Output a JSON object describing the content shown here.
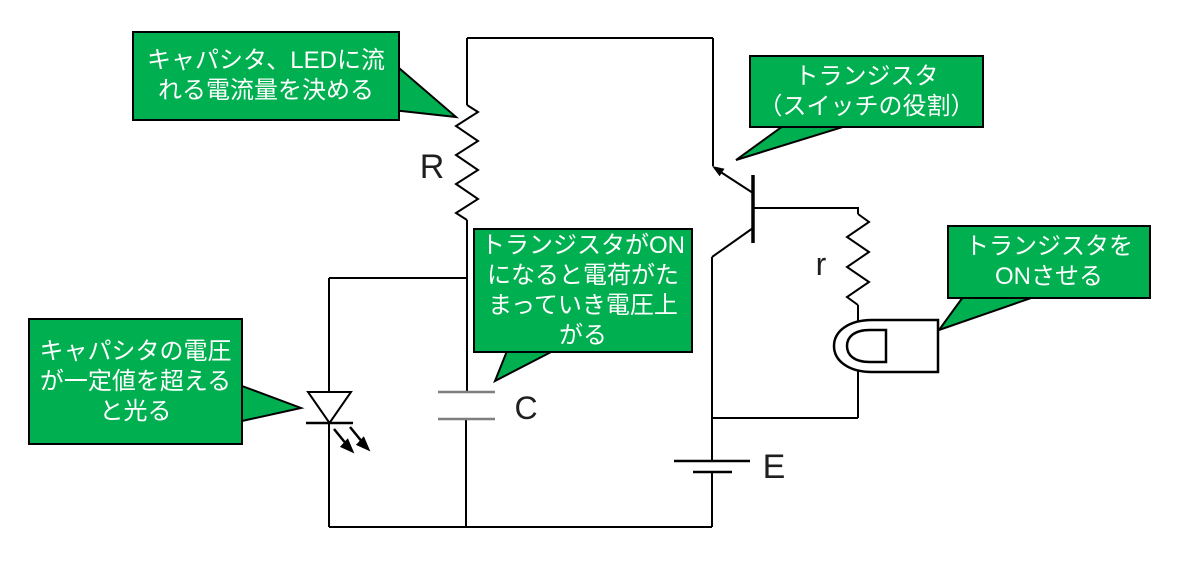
{
  "diagram": {
    "type": "annotated-circuit",
    "callouts": [
      {
        "name": "resistor-role",
        "lines": [
          "キャパシタ、LEDに流",
          "れる電流量を決める"
        ]
      },
      {
        "name": "transistor-role",
        "lines": [
          "トランジスタ",
          "（スイッチの役割）"
        ]
      },
      {
        "name": "capacitor-role",
        "lines": [
          "トランジスタがON",
          "になると電荷がた",
          "まっていき電圧上",
          "がる"
        ]
      },
      {
        "name": "finger-role",
        "lines": [
          "トランジスタを",
          "ONさせる"
        ]
      },
      {
        "name": "led-role",
        "lines": [
          "キャパシタの電圧",
          "が一定値を超える",
          "と光る"
        ]
      }
    ],
    "labels": {
      "resistor": "R",
      "capacitor": "C",
      "battery": "E",
      "base_resistor": "r"
    },
    "colors": {
      "callout_fill": "#00B050",
      "callout_text": "#FFFFFF",
      "outline": "#000000",
      "wire": "#000000",
      "capacitor_plate": "#7F7F7F",
      "label_text": "#1F1F1F",
      "background": "#FFFFFF"
    }
  }
}
